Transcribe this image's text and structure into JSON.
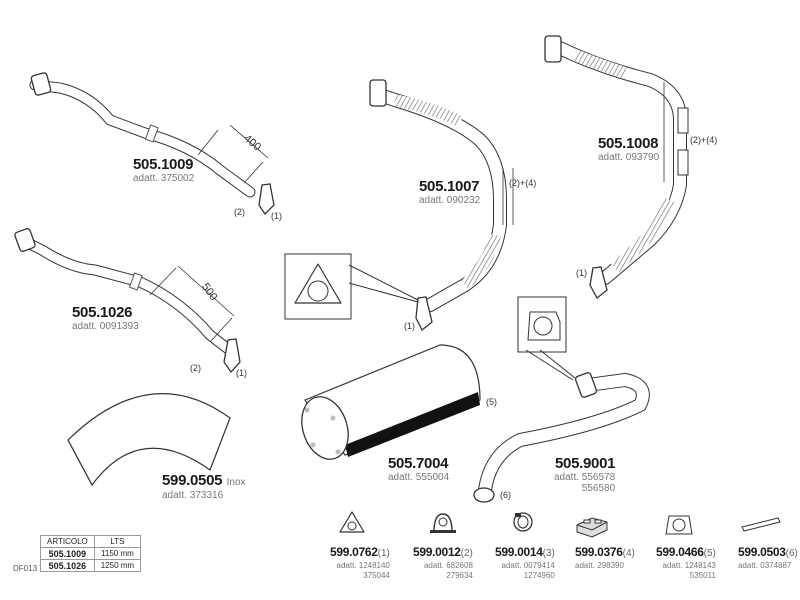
{
  "parts": {
    "p1009": {
      "number": "505.1009",
      "ref": "adatt. 375002",
      "dimension": "400",
      "callouts": [
        "(2)",
        "(1)"
      ]
    },
    "p1026": {
      "number": "505.1026",
      "ref": "adatt. 0091393",
      "dimension": "500",
      "callouts": [
        "(2)",
        "(1)"
      ]
    },
    "p1007": {
      "number": "505.1007",
      "ref": "adatt. 090232",
      "note": "(2)+(4)",
      "callout": "(1)"
    },
    "p1008": {
      "number": "505.1008",
      "ref": "adatt. 093790",
      "note": "(2)+(4)",
      "callout": "(1)"
    },
    "p7004": {
      "number": "505.7004",
      "ref": "adatt. 555004",
      "callout": "(5)"
    },
    "p9001": {
      "number": "505.9001",
      "ref1": "adatt. 556578",
      "ref2": "556580",
      "callout": "(6)"
    },
    "p0505": {
      "number": "599.0505",
      "suffix": "Inox",
      "ref": "adatt. 373316"
    }
  },
  "accessories": [
    {
      "number": "599.0762",
      "pos": "(1)",
      "ref1": "adatt. 1248140",
      "ref2": "375044",
      "icon": "triangular-gasket"
    },
    {
      "number": "599.0012",
      "pos": "(2)",
      "ref1": "adatt. 682608",
      "ref2": "279634",
      "icon": "u-bolt-clamp"
    },
    {
      "number": "599.0014",
      "pos": "(3)",
      "ref1": "adatt. 0079414",
      "ref2": "1274960",
      "icon": "band-clamp"
    },
    {
      "number": "599.0376",
      "pos": "(4)",
      "ref1": "adatt. 298390",
      "ref2": "",
      "icon": "rubber-mount"
    },
    {
      "number": "599.0466",
      "pos": "(5)",
      "ref1": "adatt. 1248143",
      "ref2": "535011",
      "icon": "square-gasket"
    },
    {
      "number": "599.0503",
      "pos": "(6)",
      "ref1": "adatt. 0374887",
      "ref2": "",
      "icon": "strap"
    }
  ],
  "length_table": {
    "headers": [
      "ARTICOLO",
      "LTS"
    ],
    "rows": [
      {
        "article": "505.1009",
        "length": "1150 mm"
      },
      {
        "article": "505.1026",
        "length": "1250 mm"
      }
    ]
  },
  "diagram_code": "DF013"
}
